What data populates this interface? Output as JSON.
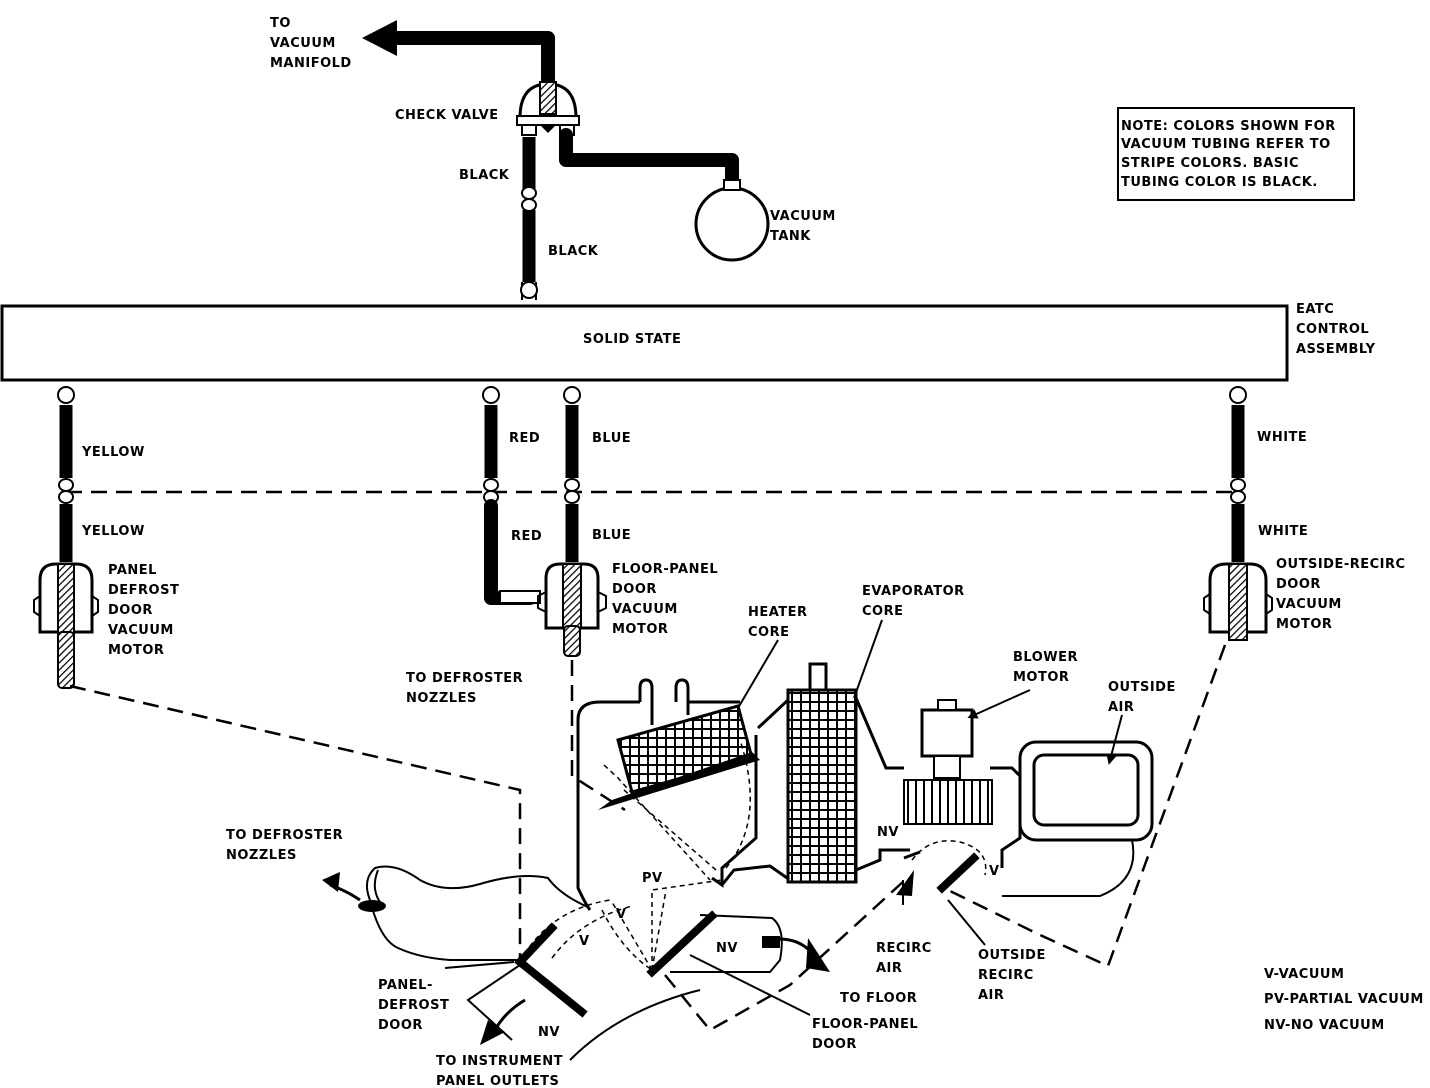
{
  "diagram": {
    "to_manifold": [
      "TO",
      "VACUUM",
      "MANIFOLD"
    ],
    "check_valve": "CHECK VALVE",
    "vacuum_tank": [
      "VACUUM",
      "TANK"
    ],
    "note": [
      "NOTE: COLORS SHOWN FOR",
      "VACUUM TUBING REFER TO",
      "STRIPE COLORS. BASIC",
      "TUBING COLOR IS BLACK."
    ],
    "eatc_label": [
      "EATC",
      "CONTROL",
      "ASSEMBLY"
    ],
    "solid_state": "SOLID STATE",
    "tube_labels": {
      "black_upper": "BLACK",
      "black_lower": "BLACK",
      "yellow_upper": "YELLOW",
      "yellow_lower": "YELLOW",
      "red_upper": "RED",
      "red_lower": "RED",
      "blue_upper": "BLUE",
      "blue_lower": "BLUE",
      "white_upper": "WHITE",
      "white_lower": "WHITE"
    },
    "panel_defrost_motor": [
      "PANEL",
      "DEFROST",
      "DOOR",
      "VACUUM",
      "MOTOR"
    ],
    "floor_panel_motor": [
      "FLOOR-PANEL",
      "DOOR",
      "VACUUM",
      "MOTOR"
    ],
    "outside_recirc_motor": [
      "OUTSIDE-RECIRC",
      "DOOR",
      "VACUUM",
      "MOTOR"
    ],
    "heater_core": [
      "HEATER",
      "CORE"
    ],
    "evaporator_core": [
      "EVAPORATOR",
      "CORE"
    ],
    "blower_motor": [
      "BLOWER",
      "MOTOR"
    ],
    "outside_air": [
      "OUTSIDE",
      "AIR"
    ],
    "to_defroster_upper": [
      "TO DEFROSTER",
      "NOZZLES"
    ],
    "to_defroster_lower": [
      "TO DEFROSTER",
      "NOZZLES"
    ],
    "panel_defrost_door": [
      "PANEL-",
      "DEFROST",
      "DOOR"
    ],
    "to_instrument": [
      "TO INSTRUMENT",
      "PANEL OUTLETS"
    ],
    "floor_panel_door": [
      "FLOOR-PANEL",
      "DOOR"
    ],
    "to_floor": "TO FLOOR",
    "recirc_air": [
      "RECIRC",
      "AIR"
    ],
    "outside_recirc_air": [
      "OUTSIDE",
      "RECIRC",
      "AIR"
    ],
    "position_marks": {
      "pv": "PV",
      "v_left_1": "V",
      "v_left_2": "V",
      "v_right": "V",
      "nv_floor": "NV",
      "nv_bottom": "NV",
      "nv_recirc": "NV"
    },
    "legend": [
      "V-VACUUM",
      "PV-PARTIAL VACUUM",
      "NV-NO VACUUM"
    ]
  }
}
